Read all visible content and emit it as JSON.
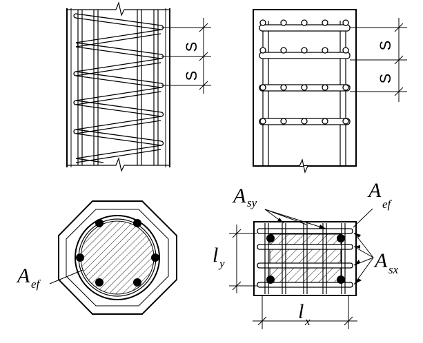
{
  "labels": {
    "spacing": "S",
    "a_ef_main": "A",
    "a_ef_sub": "ef",
    "a_sy_main": "A",
    "a_sy_sub": "sy",
    "a_sx_main": "A",
    "a_sx_sub": "sx",
    "l_y_main": "l",
    "l_y_sub": "y",
    "l_x_main": "l",
    "l_x_sub": "x"
  }
}
